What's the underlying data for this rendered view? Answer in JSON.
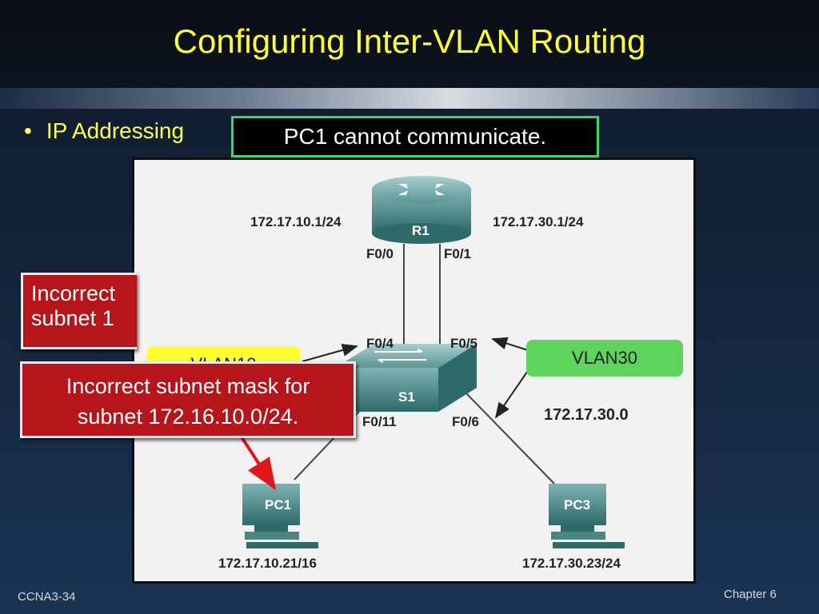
{
  "slide": {
    "title": "Configuring Inter-VLAN Routing",
    "bullet": "IP Addressing",
    "callout_top": "PC1 cannot communicate.",
    "callout_back_line1": "Incorrect",
    "callout_back_line2": "subnet 1",
    "callout_front_line1": "Incorrect subnet mask for",
    "callout_front_line2": "subnet 172.16.10.0/24.",
    "footer_left": "CCNA3-34",
    "footer_right": "Chapter 6"
  },
  "diagram": {
    "router": {
      "name": "R1",
      "ip_left": "172.17.10.1/24",
      "ip_right": "172.17.30.1/24",
      "port_left": "F0/0",
      "port_right": "F0/1"
    },
    "switch": {
      "name": "S1",
      "port_f04": "F0/4",
      "port_f05": "F0/5",
      "port_f011": "F0/11",
      "port_f06": "F0/6"
    },
    "vlan_left": {
      "label": "VLAN10",
      "color": "#ffff33"
    },
    "vlan_right": {
      "label": "VLAN30",
      "subnet": "172.17.30.0",
      "color": "#5ed35e"
    },
    "pc1": {
      "name": "PC1",
      "ip": "172.17.10.21/16"
    },
    "pc3": {
      "name": "PC3",
      "ip": "172.17.30.23/24"
    }
  },
  "colors": {
    "title": "#ffff33",
    "callout_border": "#38d66b",
    "callout_red": "#b5151b",
    "device": "#3f7f7f"
  }
}
